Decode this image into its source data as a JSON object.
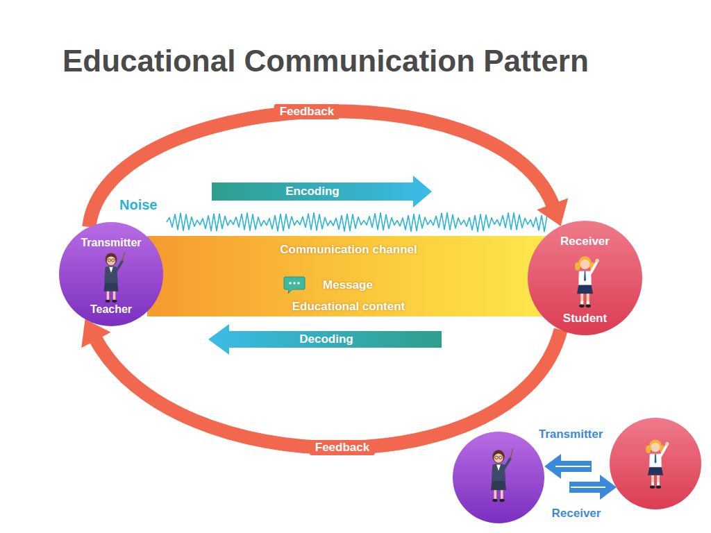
{
  "diagram": {
    "title": "Educational Communication Pattern",
    "nodes": [
      {
        "text": [
          "Transmitter",
          "Teacher"
        ]
      },
      {
        "text": [
          "Communication channel",
          "Message",
          "Educational content"
        ]
      },
      {
        "text": [
          "Receiver",
          "Student"
        ]
      }
    ],
    "edges": [
      {
        "from": 0,
        "to": 2,
        "arrow": "to",
        "label": "Feedback"
      },
      {
        "from": 2,
        "to": 0,
        "arrow": "to",
        "label": "Feedback"
      }
    ],
    "labels": [
      "Noise",
      "Encoding",
      "Decoding",
      "Transmitter",
      "Receiver"
    ]
  }
}
